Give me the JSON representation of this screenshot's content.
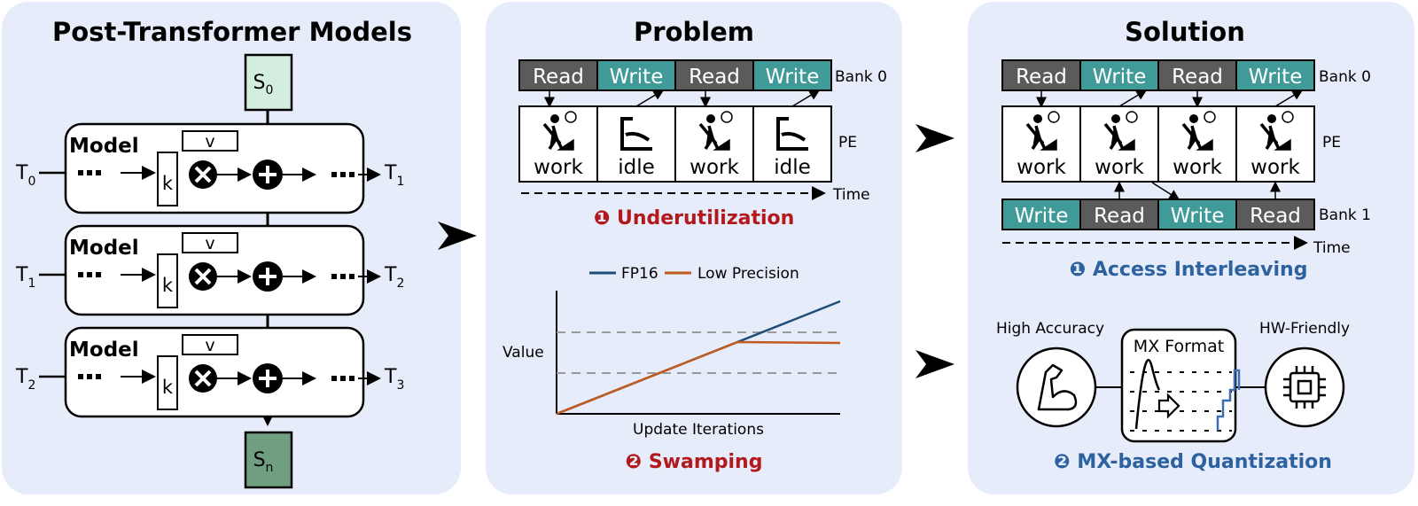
{
  "colors": {
    "panel": "#e6ecf9",
    "read": "#5b5b5b",
    "write": "#3f9a98",
    "state_in": "#d3eedf",
    "state_out": "#6f9e80",
    "problem": "#b3191c",
    "solution": "#2d62a0",
    "fp16": "#1f4e79",
    "low_precision": "#c05a1f"
  },
  "left": {
    "title": "Post-Transformer Models",
    "state_in": "S",
    "state_in_sub": "0",
    "state_out": "S",
    "state_out_sub": "n",
    "rows": [
      {
        "model": "Model",
        "v": "v",
        "k": "k",
        "in": "T",
        "in_sub": "0",
        "out": "T",
        "out_sub": "1"
      },
      {
        "model": "Model",
        "v": "v",
        "k": "k",
        "in": "T",
        "in_sub": "1",
        "out": "T",
        "out_sub": "2"
      },
      {
        "model": "Model",
        "v": "v",
        "k": "k",
        "in": "T",
        "in_sub": "2",
        "out": "T",
        "out_sub": "3"
      }
    ]
  },
  "problem": {
    "title": "Problem",
    "bank0": [
      "Read",
      "Write",
      "Read",
      "Write"
    ],
    "bank0_label": "Bank 0",
    "pe": [
      "work",
      "idle",
      "work",
      "idle"
    ],
    "pe_label": "PE",
    "time_label": "Time",
    "issue1": "❶ Underutilization",
    "legend": [
      "FP16",
      "Low Precision"
    ],
    "ylabel": "Value",
    "xlabel": "Update Iterations",
    "issue2": "❷ Swamping"
  },
  "solution": {
    "title": "Solution",
    "bank0": [
      "Read",
      "Write",
      "Read",
      "Write"
    ],
    "bank0_label": "Bank 0",
    "pe": [
      "work",
      "work",
      "work",
      "work"
    ],
    "pe_label": "PE",
    "bank1": [
      "Write",
      "Read",
      "Write",
      "Read"
    ],
    "bank1_label": "Bank 1",
    "time_label": "Time",
    "fix1": "❶ Access Interleaving",
    "high_accuracy": "High Accuracy",
    "mx_format": "MX Format",
    "hw_friendly": "HW-Friendly",
    "fix2": "❷ MX-based Quantization"
  }
}
